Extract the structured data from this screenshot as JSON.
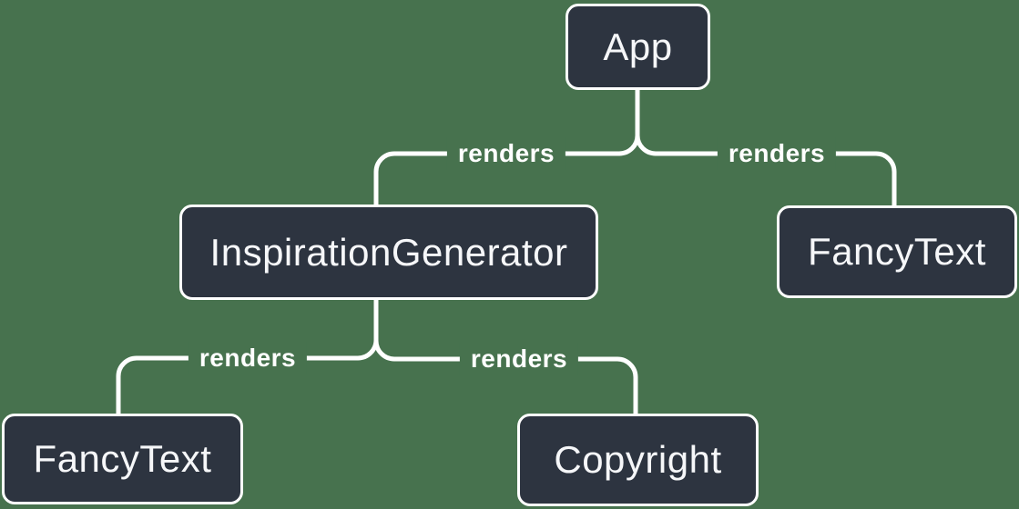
{
  "diagram": {
    "type": "tree",
    "nodes": [
      {
        "id": "app",
        "label": "App"
      },
      {
        "id": "inspiration-generator",
        "label": "InspirationGenerator"
      },
      {
        "id": "fancy-text-top",
        "label": "FancyText"
      },
      {
        "id": "fancy-text-bottom",
        "label": "FancyText"
      },
      {
        "id": "copyright",
        "label": "Copyright"
      }
    ],
    "edges": [
      {
        "from": "App",
        "to": "InspirationGenerator",
        "label": "renders"
      },
      {
        "from": "App",
        "to": "FancyText",
        "label": "renders"
      },
      {
        "from": "InspirationGenerator",
        "to": "FancyText",
        "label": "renders"
      },
      {
        "from": "InspirationGenerator",
        "to": "Copyright",
        "label": "renders"
      }
    ],
    "colors": {
      "background": "#47724E",
      "node_fill": "#2D3440",
      "node_border": "#FFFFFF",
      "edge_line": "#FFFFFF",
      "text": "#F6F7F9"
    }
  }
}
